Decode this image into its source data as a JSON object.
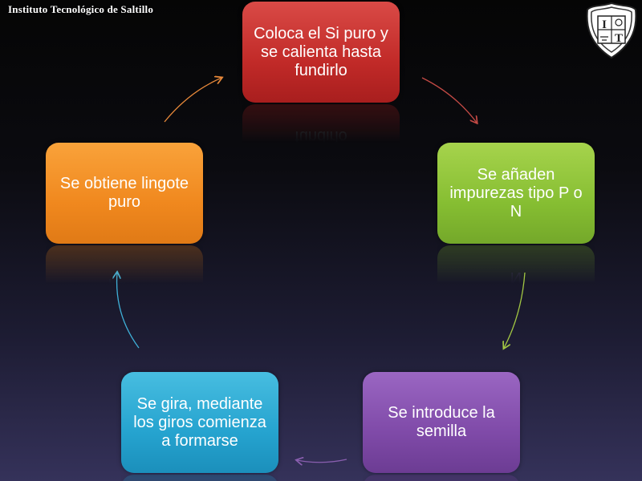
{
  "header": {
    "institution": "Instituto Tecnológico de Saltillo"
  },
  "logo": {
    "icon": "institution-crest-icon",
    "monogram": "IT"
  },
  "cycle": {
    "steps": [
      {
        "label": "Coloca el Si puro y se calienta hasta fundirlo",
        "color": "#c12a28"
      },
      {
        "label": "Se añaden impurezas tipo P o N",
        "color": "#86be32"
      },
      {
        "label": "Se introduce la semilla",
        "color": "#7f4aa8"
      },
      {
        "label": "Se gira, mediante los giros comienza a formarse",
        "color": "#25a3cf"
      },
      {
        "label": "Se obtiene lingote puro",
        "color": "#f0881e"
      }
    ]
  }
}
